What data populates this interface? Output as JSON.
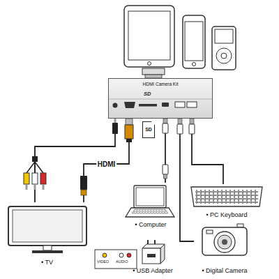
{
  "diagram": {
    "nodes": [
      {
        "text": [
          "HDMI Camera Kit"
        ]
      },
      {
        "text": [
          "SD"
        ]
      },
      {
        "text": [
          "• TV"
        ]
      },
      {
        "text": [
          "• Computer"
        ]
      },
      {
        "text": [
          "• USB Adapter"
        ]
      },
      {
        "text": [
          "• PC Keyboard"
        ]
      },
      {
        "text": [
          "• Digital Camera"
        ]
      }
    ],
    "edges": [
      {
        "from": 0,
        "to": 2,
        "arrow": "none",
        "label": "HDMI"
      },
      {
        "from": 0,
        "to": 2,
        "arrow": "none"
      },
      {
        "from": 0,
        "to": 3,
        "arrow": "none"
      },
      {
        "from": 0,
        "to": 5,
        "arrow": "none"
      },
      {
        "from": 0,
        "to": 6,
        "arrow": "none"
      }
    ],
    "labels": [
      "SD",
      "VIDEO",
      "AUDIO"
    ]
  }
}
